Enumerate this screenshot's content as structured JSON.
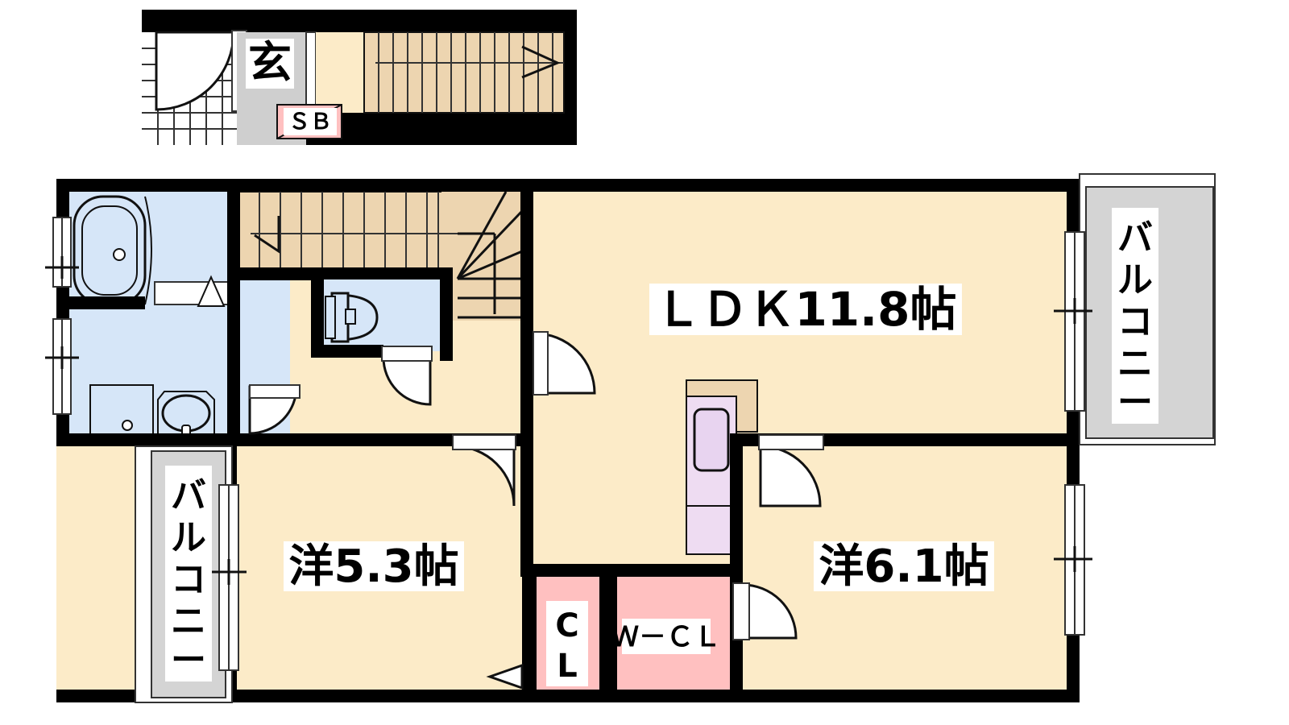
{
  "document": {
    "type": "floor-plan",
    "title": "2LDK apartment floor plan",
    "unit_suffix": "帖"
  },
  "colors": {
    "wall": "#000000",
    "floor_room": "#FCEBC8",
    "floor_stairs": "#EDD5B0",
    "water_area": "#D6E6F8",
    "closet_pink": "#FFC0C0",
    "balcony_gray": "#D4D4D4",
    "entrance_gray": "#CFCFCF",
    "kitchen_lavender": "#EEDCF2",
    "label_bg": "#FFFFFF",
    "outline": "#222222"
  },
  "entrance_block": {
    "label_genkan": "玄",
    "label_shoebox": "ＳＢ",
    "porch_name": "tiled-porch",
    "stairs_name": "entry-stairs-up"
  },
  "rooms": [
    {
      "id": "ldk",
      "label": "ＬＤＫ11.8帖",
      "name": "room-ldk",
      "area_jo": 11.8,
      "kind": "living-dining-kitchen"
    },
    {
      "id": "western-room-a",
      "label": "洋5.3帖",
      "name": "room-western-5-3",
      "area_jo": 5.3,
      "kind": "western-bedroom"
    },
    {
      "id": "western-room-b",
      "label": "洋6.1帖",
      "name": "room-western-6-1",
      "area_jo": 6.1,
      "kind": "western-bedroom"
    }
  ],
  "storage": [
    {
      "id": "cl",
      "label_lines": [
        "C",
        "L"
      ],
      "label": "CL",
      "name": "closet-cl",
      "kind": "closet"
    },
    {
      "id": "wcl",
      "label": "Ｗ－ＣＬ",
      "name": "closet-walk-in",
      "kind": "walk-in-closet"
    },
    {
      "id": "sb",
      "label": "ＳＢ",
      "name": "shoe-box",
      "kind": "shoe-box"
    }
  ],
  "balconies": [
    {
      "id": "balcony-right",
      "label": "バルコニー",
      "name": "balcony-right",
      "chars": [
        "バ",
        "ル",
        "コ",
        "ニ",
        "ー"
      ]
    },
    {
      "id": "balcony-left",
      "label": "バルコニー",
      "name": "balcony-left",
      "chars": [
        "バ",
        "ル",
        "コ",
        "ニ",
        "ー"
      ]
    }
  ],
  "fixtures": [
    {
      "id": "bathtub",
      "name": "bathtub-icon",
      "area": "bathroom"
    },
    {
      "id": "toilet",
      "name": "toilet-icon",
      "area": "wc"
    },
    {
      "id": "vanity-sink",
      "name": "vanity-sink-icon",
      "area": "washroom"
    },
    {
      "id": "washer-pan",
      "name": "washing-machine-pan-icon",
      "area": "washroom"
    },
    {
      "id": "kitchen-sink",
      "name": "kitchen-sink-icon",
      "area": "ldk"
    },
    {
      "id": "kitchen-counter",
      "name": "kitchen-counter-icon",
      "area": "ldk"
    },
    {
      "id": "kitchen-upper-cabinet",
      "name": "kitchen-upper-cabinet-icon",
      "area": "ldk"
    },
    {
      "id": "main-stairs",
      "name": "staircase-icon",
      "area": "hall"
    }
  ],
  "doors": [
    {
      "id": "entry-door",
      "name": "door-entry-swing",
      "type": "swing"
    },
    {
      "id": "ldk-door",
      "name": "door-ldk-swing",
      "type": "swing"
    },
    {
      "id": "wc-door",
      "name": "door-wc-swing",
      "type": "swing"
    },
    {
      "id": "washroom-door",
      "name": "door-washroom-swing",
      "type": "swing"
    },
    {
      "id": "bedroom-a-door",
      "name": "door-bedroom-5-3-swing",
      "type": "swing"
    },
    {
      "id": "bedroom-b-door",
      "name": "door-bedroom-6-1-swing",
      "type": "swing"
    },
    {
      "id": "wcl-door",
      "name": "door-walk-in-closet-swing",
      "type": "swing"
    }
  ],
  "windows": [
    {
      "id": "w-bath-1",
      "name": "window-bath-upper"
    },
    {
      "id": "w-bath-2",
      "name": "window-washroom"
    },
    {
      "id": "w-bed-a",
      "name": "window-bedroom-5-3"
    },
    {
      "id": "w-ldk-top",
      "name": "window-ldk-balcony-upper"
    },
    {
      "id": "w-bed-b",
      "name": "window-bedroom-6-1"
    }
  ]
}
